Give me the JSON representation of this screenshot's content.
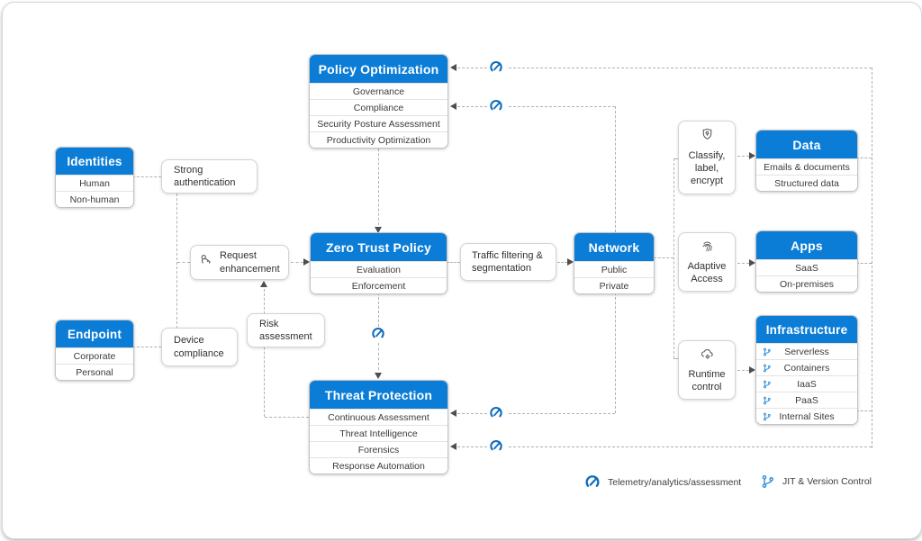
{
  "diagram": {
    "pillars": {
      "policy_optimization": {
        "title": "Policy Optimization",
        "rows": [
          "Governance",
          "Compliance",
          "Security Posture Assessment",
          "Productivity Optimization"
        ]
      },
      "identities": {
        "title": "Identities",
        "rows": [
          "Human",
          "Non-human"
        ]
      },
      "zero_trust_policy": {
        "title": "Zero Trust Policy",
        "rows": [
          "Evaluation",
          "Enforcement"
        ]
      },
      "network": {
        "title": "Network",
        "rows": [
          "Public",
          "Private"
        ]
      },
      "endpoint": {
        "title": "Endpoint",
        "rows": [
          "Corporate",
          "Personal"
        ]
      },
      "threat_protection": {
        "title": "Threat Protection",
        "rows": [
          "Continuous Assessment",
          "Threat Intelligence",
          "Forensics",
          "Response Automation"
        ]
      },
      "data": {
        "title": "Data",
        "rows": [
          "Emails & documents",
          "Structured data"
        ]
      },
      "apps": {
        "title": "Apps",
        "rows": [
          "SaaS",
          "On-premises"
        ]
      },
      "infrastructure": {
        "title": "Infrastructure",
        "rows": [
          "Serverless",
          "Containers",
          "IaaS",
          "PaaS",
          "Internal Sites"
        ]
      }
    },
    "notes": {
      "strong_authentication": "Strong authentication",
      "request_enhancement": "Request enhancement",
      "traffic_filtering": "Traffic filtering & segmentation",
      "device_compliance": "Device compliance",
      "risk_assessment": "Risk assessment",
      "classify_label_encrypt": "Classify, label, encrypt",
      "adaptive_access": "Adaptive Access",
      "runtime_control": "Runtime control"
    },
    "legend": {
      "telemetry": "Telemetry/analytics/assessment",
      "jit": "JIT & Version Control"
    },
    "icons": {
      "telemetry": "gauge-icon",
      "jit": "git-branch-icon",
      "request_enhancement": "keys-icon",
      "classify_label_encrypt": "shield-lock-icon",
      "adaptive_access": "fingerprint-icon",
      "runtime_control": "cloud-gear-icon"
    },
    "colors": {
      "header_blue": "#0b7dd7",
      "icon_blue": "#0f6cbd",
      "jit_blue": "#3393df"
    }
  }
}
